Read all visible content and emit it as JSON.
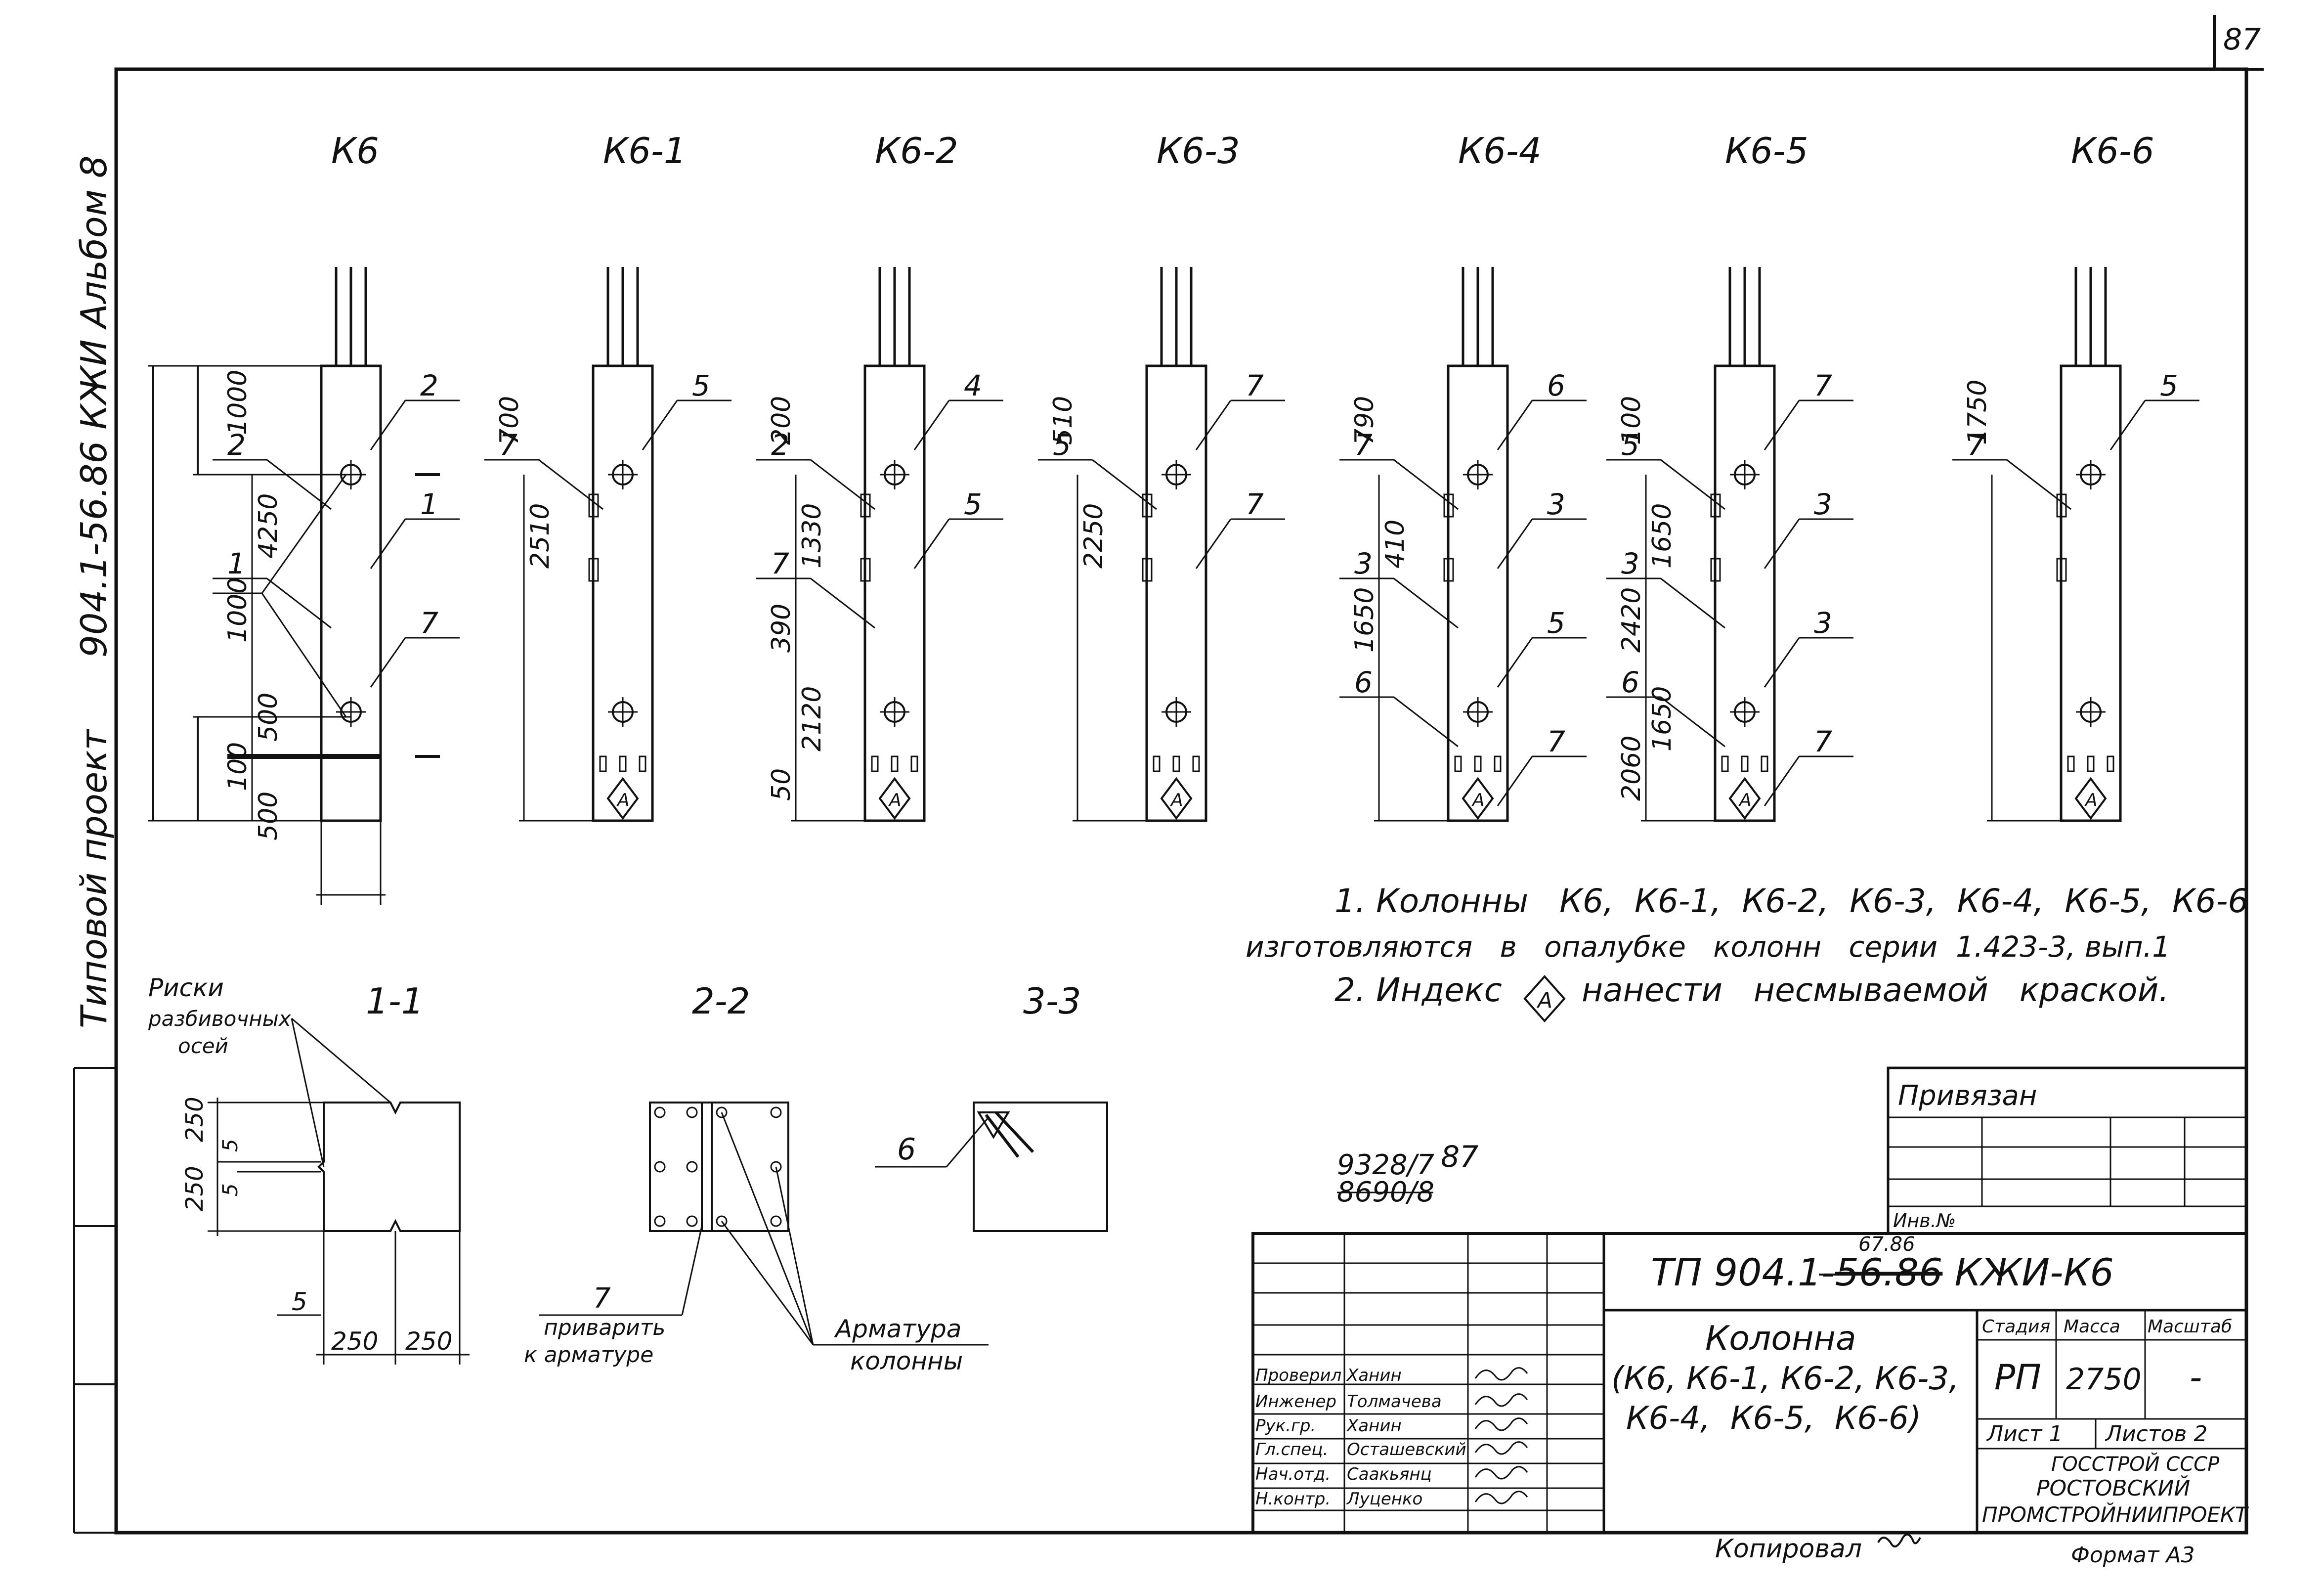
{
  "page_number": "87",
  "side_labels": {
    "project_type": "Типовой проект",
    "album": "904.1-56.86 КЖИ Альбом 8"
  },
  "columns": [
    {
      "name": "К6",
      "dims": [
        "1000",
        "4250",
        "1000",
        "500",
        "100",
        "500"
      ],
      "marks": [
        "2",
        "2",
        "1",
        "1",
        "7"
      ]
    },
    {
      "name": "К6-1",
      "dims": [
        "700",
        "2510"
      ],
      "marks": [
        "5",
        "7"
      ]
    },
    {
      "name": "К6-2",
      "dims": [
        "200",
        "1330",
        "390",
        "2120",
        "50"
      ],
      "marks": [
        "4",
        "2",
        "5",
        "7"
      ]
    },
    {
      "name": "К6-3",
      "dims": [
        "510",
        "2250"
      ],
      "marks": [
        "7",
        "5",
        "7"
      ]
    },
    {
      "name": "К6-4",
      "dims": [
        "790",
        "410",
        "1650"
      ],
      "marks": [
        "6",
        "7",
        "3",
        "3",
        "5",
        "6",
        "7"
      ]
    },
    {
      "name": "К6-5",
      "dims": [
        "100",
        "1650",
        "2420",
        "1650",
        "2060"
      ],
      "marks": [
        "7",
        "5",
        "3",
        "3",
        "3",
        "6",
        "7"
      ]
    },
    {
      "name": "К6-6",
      "dims": [
        "1750"
      ],
      "marks": [
        "5",
        "7"
      ]
    }
  ],
  "index_mark": "А",
  "notes": [
    "1. Колонны   К6,  К6-1,  К6-2,  К6-3,  К6-4,  К6-5,  К6-6",
    "изготовляются   в   опалубке   колонн   серии  1.423-3, вып.1",
    "2. Индекс",
    "нанести   несмываемой   краской."
  ],
  "sections": {
    "s11": {
      "title": "1-1",
      "label_line1": "Риски",
      "label_line2": "разбивочных",
      "label_line3": "осей",
      "dims": [
        "250",
        "250",
        "5",
        "5",
        "5",
        "250",
        "250"
      ]
    },
    "s22": {
      "title": "2-2",
      "mark": "7",
      "weld_line1": "приварить",
      "weld_line2": "к арматуре",
      "rebar_line1": "Арматура",
      "rebar_line2": "колонны"
    },
    "s33": {
      "title": "3-3",
      "mark": "6"
    }
  },
  "registration": {
    "line1": "9328/7",
    "line2": "8690/8",
    "year": "87"
  },
  "title_block": {
    "privyazan": "Привязан",
    "inv_no": "Инв.№",
    "doc_code": "ТП 904.1-56.86 КЖИ-К6",
    "doc_code_prefix": "ТП 904.1-",
    "doc_code_struck": "56.86",
    "doc_code_correction": "67.86",
    "doc_code_suffix": " КЖИ-К6",
    "title_line1": "Колонна",
    "title_line2": "(К6, К6-1, К6-2, К6-3,",
    "title_line3": "К6-4,  К6-5,  К6-6)",
    "stage_header": "Стадия",
    "mass_header": "Масса",
    "scale_header": "Масштаб",
    "stage": "РП",
    "mass": "2750",
    "scale": "-",
    "sheet": "Лист 1",
    "sheets": "Листов 2",
    "org_line1": "ГОССТРОЙ СССР",
    "org_line2": "РОСТОВСКИЙ",
    "org_line3": "ПРОМСТРОЙНИИПРОЕКТ",
    "signatures": [
      {
        "role": "Проверил",
        "name": "Ханин"
      },
      {
        "role": "Инженер",
        "name": "Толмачева"
      },
      {
        "role": "Рук.гр.",
        "name": "Ханин"
      },
      {
        "role": "Гл.спец.",
        "name": "Осташевский"
      },
      {
        "role": "Нач.отд.",
        "name": "Саакьянц"
      },
      {
        "role": "Н.контр.",
        "name": "Луценко"
      }
    ]
  },
  "footer": {
    "copied": "Копировал",
    "format": "Формат А3"
  }
}
